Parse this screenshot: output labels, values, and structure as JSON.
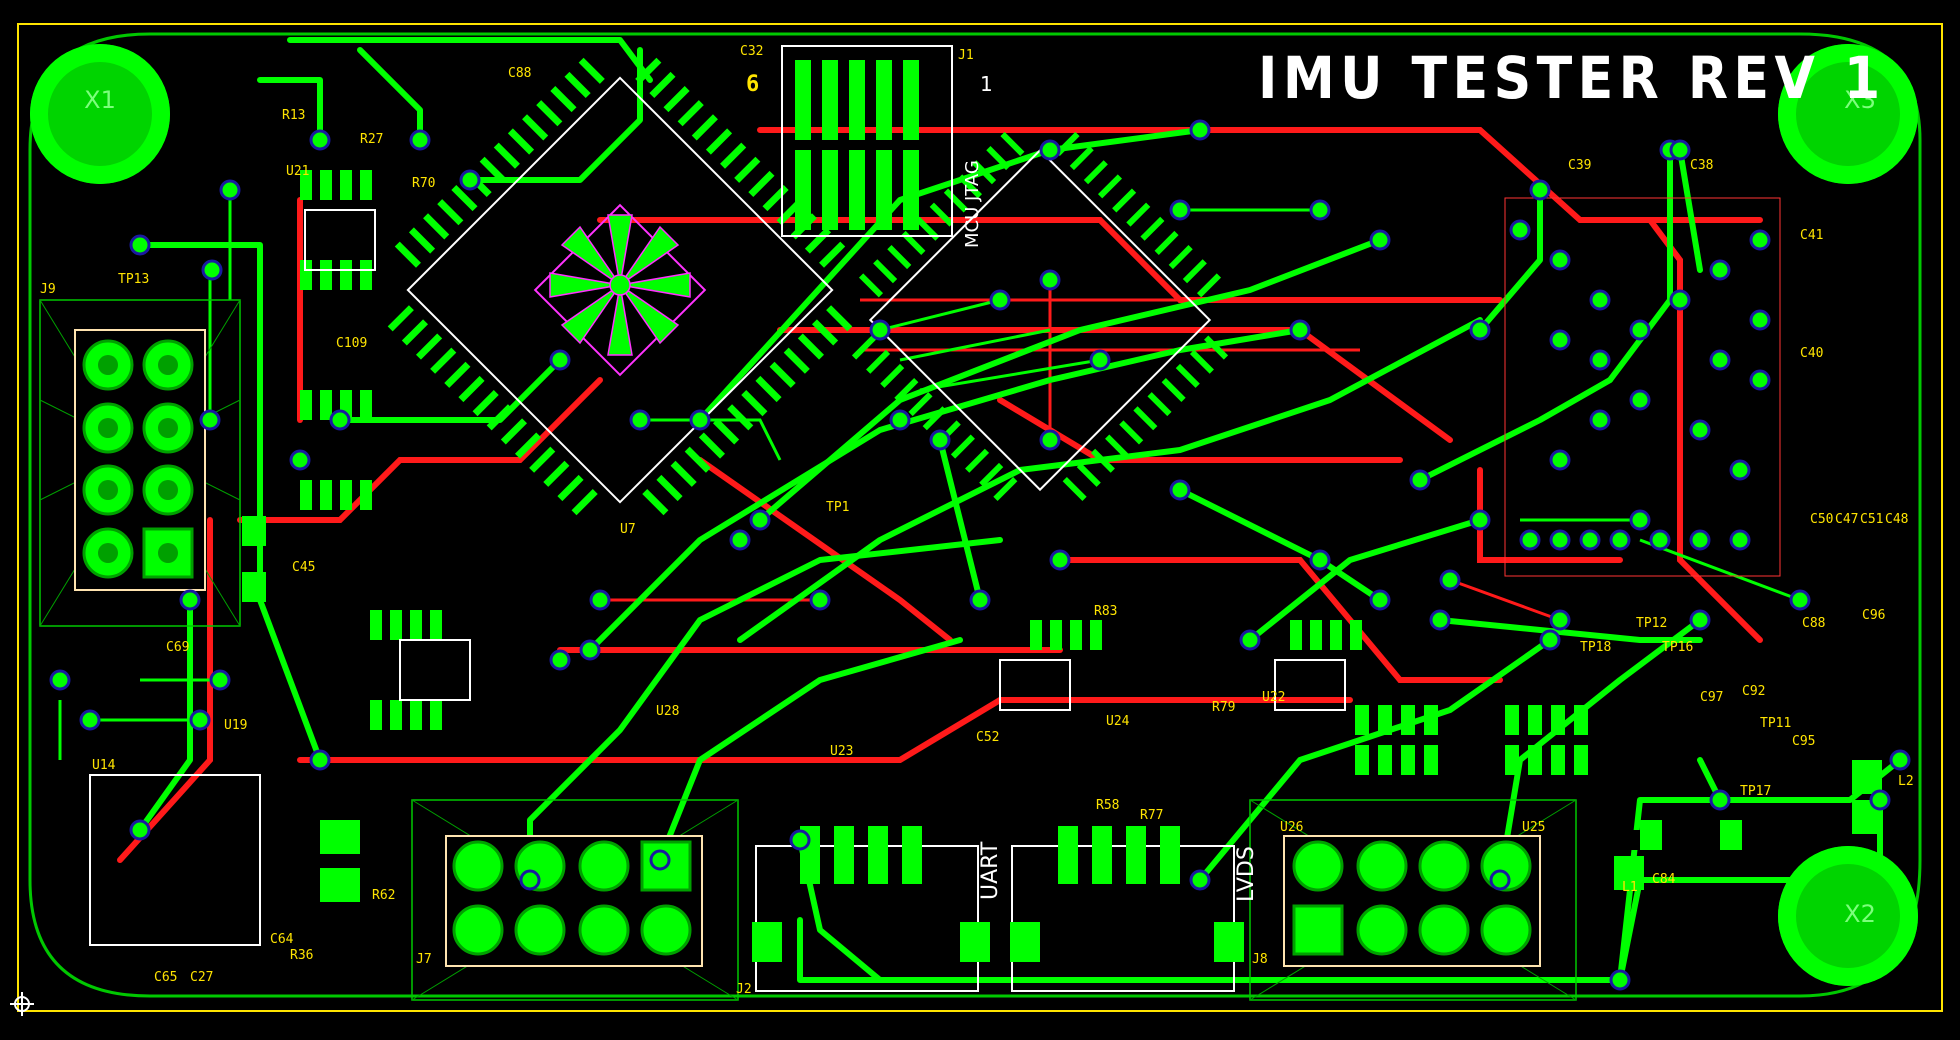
{
  "board": {
    "title": "IMU TESTER REV 1",
    "colors": {
      "background": "#000000",
      "copper_top": "#00ff00",
      "copper_bottom": "#ff0000",
      "silkscreen": "#ffe400",
      "via_ring": "#1a1aa0",
      "outline": "#ffe400"
    },
    "mounting_holes": [
      "X1",
      "X3",
      "X2"
    ],
    "connector_labels": {
      "uart": "UART",
      "lvds": "LVDS",
      "mcu_jtag": "MCU JTAG",
      "pin1_j1": "1",
      "pin6_c32": "6"
    },
    "designators": [
      "C32",
      "J1",
      "J9",
      "TP13",
      "U21",
      "R70",
      "C109",
      "C45",
      "R62",
      "U14",
      "U19",
      "C69",
      "TP1",
      "TP12",
      "TP18",
      "L1",
      "L2",
      "C84",
      "C96",
      "C88",
      "U22",
      "U24",
      "U25",
      "U26",
      "U23",
      "U28",
      "R83",
      "R58",
      "R77",
      "R79",
      "J2",
      "J7",
      "J8",
      "U7",
      "C39",
      "C38",
      "C41",
      "C40",
      "C50",
      "C47",
      "C51",
      "C48",
      "C52",
      "C64",
      "R36",
      "C65",
      "C27",
      "TP17",
      "C97",
      "C92",
      "TP11",
      "C95",
      "TP16",
      "R27",
      "R13",
      "C88"
    ]
  }
}
